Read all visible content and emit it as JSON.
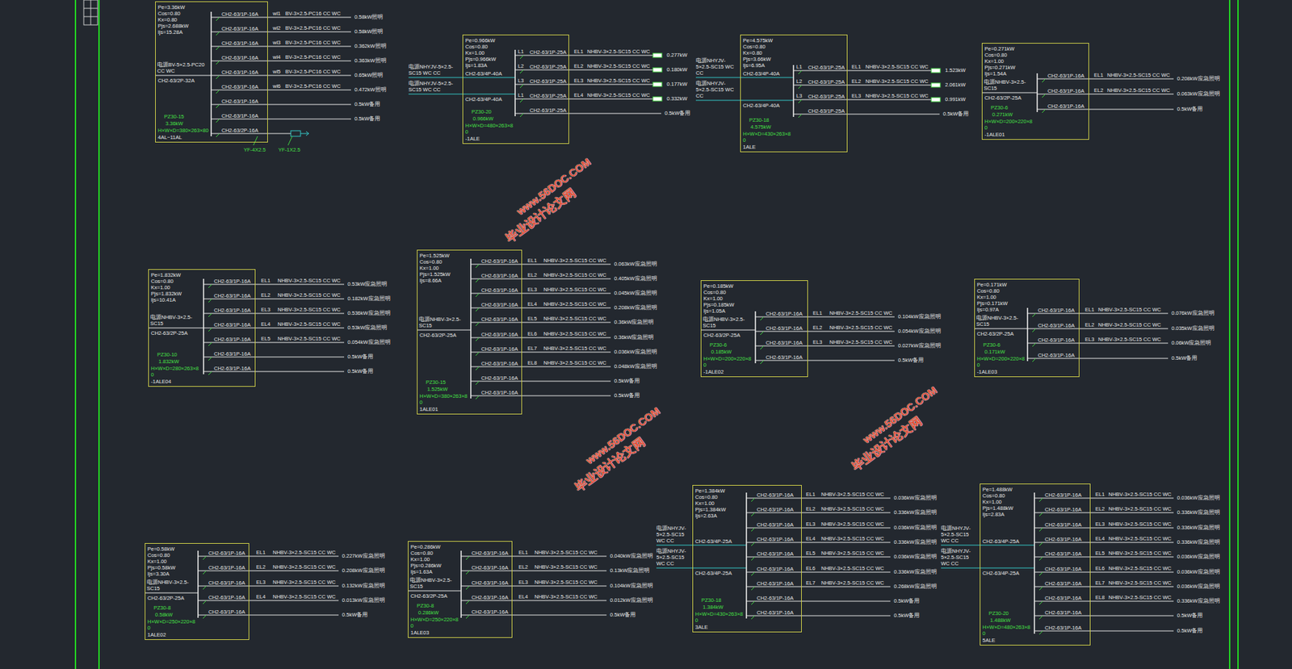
{
  "diagram": {
    "nodes": [
      {
        "text": [
          "Pe=3.36kW Cos=0.80 Kx=0.80 Pjs=2.688kW Ijs=15.28A",
          "CH2-63/2P-32A",
          "CH2-63/1P-16A",
          "CH2-63/1P-16A",
          "CH2-63/1P-16A",
          "CH2-63/1P-16A",
          "CH2-63/1P-16A",
          "CH2-63/1P-16A",
          "CH2-63/1P-16A",
          "CH2-63/1P-16A",
          "CH2-63/2P-16A",
          "PZ30-15",
          "3.36kW",
          "H×W×D=380×263×80",
          "4AL~11AL"
        ]
      },
      {
        "text": [
          "Pe=0.966kW Cos=0.80 Kx=1.00 Pjs=0.966kW Ijs=1.83A",
          "CH2-63/4P-40A",
          "CH2-63/4P-40A",
          "CH2-63/1P-25A",
          "CH2-63/1P-25A",
          "CH2-63/1P-25A",
          "CH2-63/1P-25A",
          "CH2-63/1P-25A",
          "PZ30-20",
          "0.966kW",
          "H×W×D=480×263×80",
          "-1ALE"
        ]
      },
      {
        "text": [
          "Pe=4.575kW Cos=0.80 Kx=0.80 Pjs=3.66kW Ijs=6.95A",
          "CH2-63/4P-40A",
          "CH2-63/4P-40A",
          "CH2-63/1P-25A",
          "CH2-63/1P-25A",
          "CH2-63/1P-25A",
          "CH2-63/1P-25A",
          "PZ30-18",
          "4.575kW",
          "H×W×D=430×263×80",
          "1ALE"
        ]
      },
      {
        "text": [
          "Pe=0.271kW Cos=0.80 Kx=1.00 Pjs=0.271kW Ijs=1.54A",
          "CH2-63/2P-25A",
          "CH2-63/1P-16A",
          "CH2-63/1P-16A",
          "CH2-63/1P-16A",
          "PZ30-6",
          "0.271kW",
          "H×W×D=200×220×80",
          "-1ALE01"
        ]
      },
      {
        "text": [
          "Pe=1.832kW Cos=0.80 Kx=1.00 Pjs=1.832kW Ijs=10.41A",
          "CH2-63/2P-25A",
          "CH2-63/1P-16A",
          "CH2-63/1P-16A",
          "CH2-63/1P-16A",
          "CH2-63/1P-16A",
          "CH2-63/1P-16A",
          "CH2-63/1P-16A",
          "CH2-63/1P-16A",
          "PZ30-10",
          "1.832kW",
          "H×W×D=280×263×80",
          "-1ALE04"
        ]
      },
      {
        "text": [
          "Pe=1.525kW Cos=0.80 Kx=1.00 Pjs=1.525kW Ijs=8.66A",
          "CH2-63/2P-25A",
          "CH2-63/1P-16A",
          "CH2-63/1P-16A",
          "CH2-63/1P-16A",
          "CH2-63/1P-16A",
          "CH2-63/1P-16A",
          "CH2-63/1P-16A",
          "CH2-63/1P-16A",
          "CH2-63/1P-16A",
          "CH2-63/1P-16A",
          "CH2-63/1P-16A",
          "PZ30-15",
          "1.525kW",
          "H×W×D=380×263×80",
          "1ALE01"
        ]
      },
      {
        "text": [
          "Pe=0.185kW Cos=0.80 Kx=1.00 Pjs=0.185kW Ijs=1.05A",
          "CH2-63/2P-25A",
          "CH2-63/1P-16A",
          "CH2-63/1P-16A",
          "CH2-63/1P-16A",
          "CH2-63/1P-16A",
          "PZ30-6",
          "0.185kW",
          "H×W×D=200×220×80",
          "-1ALE02"
        ]
      },
      {
        "text": [
          "Pe=0.171kW Cos=0.80 Kx=1.00 Pjs=0.171kW Ijs=0.97A",
          "CH2-63/2P-25A",
          "CH2-63/1P-16A",
          "CH2-63/1P-16A",
          "CH2-63/1P-16A",
          "CH2-63/1P-16A",
          "PZ30-6",
          "0.171kW",
          "H×W×D=200×220×80",
          "-1ALE03"
        ]
      },
      {
        "text": [
          "Pe=0.58kW Cos=0.80 Kx=1.00 Pjs=0.58kW Ijs=3.30A",
          "CH2-63/2P-25A",
          "CH2-63/1P-16A",
          "CH2-63/1P-16A",
          "CH2-63/1P-16A",
          "CH2-63/1P-16A",
          "CH2-63/1P-16A",
          "PZ30-8",
          "0.58kW",
          "H×W×D=250×220×80",
          "1ALE02"
        ]
      },
      {
        "text": [
          "Pe=0.286kW Cos=0.80 Kx=1.00 Pjs=0.286kW Ijs=1.63A",
          "CH2-63/2P-25A",
          "CH2-63/1P-16A",
          "CH2-63/1P-16A",
          "CH2-63/1P-16A",
          "CH2-63/1P-16A",
          "CH2-63/1P-16A",
          "PZ30-8",
          "0.286kW",
          "H×W×D=250×220×80",
          "1ALE03"
        ]
      },
      {
        "text": [
          "Pe=1.384kW Cos=0.80 Kx=1.00 Pjs=1.384kW Ijs=2.63A",
          "CH2-63/4P-25A",
          "CH2-63/4P-25A",
          "CH2-63/1P-16A",
          "CH2-63/1P-16A",
          "CH2-63/1P-16A",
          "CH2-63/1P-16A",
          "CH2-63/1P-16A",
          "CH2-63/1P-16A",
          "CH2-63/1P-16A",
          "CH2-63/1P-16A",
          "CH2-63/1P-16A",
          "PZ30-18",
          "1.384kW",
          "H×W×D=430×263×80",
          "3ALE"
        ]
      },
      {
        "text": [
          "Pe=1.488kW Cos=0.80 Kx=1.00 Pjs=1.488kW Ijs=2.83A",
          "CH2-63/4P-25A",
          "CH2-63/4P-25A",
          "CH2-63/1P-16A",
          "CH2-63/1P-16A",
          "CH2-63/1P-16A",
          "CH2-63/1P-16A",
          "CH2-63/1P-16A",
          "CH2-63/1P-16A",
          "CH2-63/1P-16A",
          "CH2-63/1P-16A",
          "CH2-63/1P-16A",
          "CH2-63/1P-16A",
          "PZ30-20",
          "1.488kW",
          "H×W×D=480×263×80",
          "5ALE"
        ]
      }
    ],
    "labels": [
      "电源BV-5×2.5-PC20 CC WC",
      "wl1",
      "BV-3×2.5-PC16 CC WC",
      "0.58kW照明",
      "wl2",
      "BV-3×2.5-PC16 CC WC",
      "0.58kW照明",
      "wl3",
      "BV-3×2.5-PC16 CC WC",
      "0.362kW照明",
      "wl4",
      "BV-3×2.5-PC16 CC WC",
      "0.363kW照明",
      "wl5",
      "BV-3×2.5-PC16 CC WC",
      "0.65kW照明",
      "wl6",
      "BV-3×2.5-PC16 CC WC",
      "0.472kW照明",
      "0.5kW备用",
      "0.5kW备用",
      "YF-4X2.5",
      "YF-1X2.5",
      "电源NHYJV-5×2.5-SC15 WC CC",
      "电源NHYJV-5×2.5-SC15 WC CC",
      "L1",
      "EL1",
      "NHBV-3×2.5-SC15 CC WC",
      "0.277kW",
      "L2",
      "EL2",
      "NHBV-3×2.5-SC15 CC WC",
      "0.180kW",
      "L3",
      "EL3",
      "NHBV-3×2.5-SC15 CC WC",
      "0.177kW",
      "L1",
      "EL4",
      "NHBV-3×2.5-SC15 CC WC",
      "0.332kW",
      "0.5kW备用",
      "电源NHYJV-5×2.5-SC15 WC CC",
      "电源NHYJV-5×2.5-SC15 WC CC",
      "L1",
      "EL1",
      "NHBV-3×2.5-SC15 CC WC",
      "1.523kW",
      "L2",
      "EL2",
      "NHBV-3×2.5-SC15 CC WC",
      "2.061kW",
      "L3",
      "EL3",
      "NHBV-3×2.5-SC15 CC WC",
      "0.991kW",
      "0.5kW备用",
      "电源NHBV-3×2.5-SC15",
      "EL1",
      "NHBV-3×2.5-SC15 CC WC",
      "0.208kW应急照明",
      "EL2",
      "NHBV-3×2.5-SC15 CC WC",
      "0.063kW应急照明",
      "0.5kW备用",
      "电源NHBV-3×2.5-SC15",
      "EL1",
      "NHBV-3×2.5-SC15 CC WC",
      "0.53kW应急照明",
      "EL2",
      "NHBV-3×2.5-SC15 CC WC",
      "0.182kW应急照明",
      "EL3",
      "NHBV-3×2.5-SC15 CC WC",
      "0.536kW应急照明",
      "EL4",
      "NHBV-3×2.5-SC15 CC WC",
      "0.53kW应急照明",
      "EL5",
      "NHBV-3×2.5-SC15 CC WC",
      "0.054kW应急照明",
      "0.5kW备用",
      "0.5kW备用",
      "电源NHBV-3×2.5-SC15",
      "EL1",
      "NHBV-3×2.5-SC15 CC WC",
      "0.063kW应急照明",
      "EL2",
      "NHBV-3×2.5-SC15 CC WC",
      "0.405kW应急照明",
      "EL3",
      "NHBV-3×2.5-SC15 CC WC",
      "0.045kW应急照明",
      "EL4",
      "NHBV-3×2.5-SC15 CC WC",
      "0.208kW应急照明",
      "EL5",
      "NHBV-3×2.5-SC15 CC WC",
      "0.36kW应急照明",
      "EL6",
      "NHBV-3×2.5-SC15 CC WC",
      "0.36kW应急照明",
      "EL7",
      "NHBV-3×2.5-SC15 CC WC",
      "0.036kW应急照明",
      "EL8",
      "NHBV-3×2.5-SC15 CC WC",
      "0.048kW应急照明",
      "0.5kW备用",
      "0.5kW备用",
      "电源NHBV-3×2.5-SC15",
      "EL1",
      "NHBV-3×2.5-SC15 CC WC",
      "0.104kW应急照明",
      "EL2",
      "NHBV-3×2.5-SC15 CC WC",
      "0.054kW应急照明",
      "EL3",
      "NHBV-3×2.5-SC15 CC WC",
      "0.027kW应急照明",
      "0.5kW备用",
      "电源NHBV-3×2.5-SC15",
      "EL1",
      "NHBV-3×2.5-SC15 CC WC",
      "0.076kW应急照明",
      "EL2",
      "NHBV-3×2.5-SC15 CC WC",
      "0.035kW应急照明",
      "EL3",
      "NHBV-3×2.5-SC15 CC WC",
      "0.06kW应急照明",
      "0.5kW备用",
      "电源NHBV-3×2.5-SC15",
      "EL1",
      "NHBV-3×2.5-SC15 CC WC",
      "0.227kW应急照明",
      "EL2",
      "NHBV-3×2.5-SC15 CC WC",
      "0.208kW应急照明",
      "EL3",
      "NHBV-3×2.5-SC15 CC WC",
      "0.132kW应急照明",
      "EL4",
      "NHBV-3×2.5-SC15 CC WC",
      "0.013kW应急照明",
      "0.5kW备用",
      "电源NHBV-3×2.5-SC15",
      "EL1",
      "NHBV-3×2.5-SC15 CC WC",
      "0.040kW应急照明",
      "EL2",
      "NHBV-3×2.5-SC15 CC WC",
      "0.13kW应急照明",
      "EL3",
      "NHBV-3×2.5-SC15 CC WC",
      "0.104kW应急照明",
      "EL4",
      "NHBV-3×2.5-SC15 CC WC",
      "0.012kW应急照明",
      "0.5kW备用",
      "电源NHYJV-5×2.5-SC15 WC CC",
      "电源NHYJV-5×2.5-SC15 WC CC",
      "EL1",
      "NHBV-3×2.5-SC15 CC WC",
      "0.036kW应急照明",
      "EL2",
      "NHBV-3×2.5-SC15 CC WC",
      "0.336kW应急照明",
      "EL3",
      "NHBV-3×2.5-SC15 CC WC",
      "0.036kW应急照明",
      "EL4",
      "NHBV-3×2.5-SC15 CC WC",
      "0.336kW应急照明",
      "EL5",
      "NHBV-3×2.5-SC15 CC WC",
      "0.036kW应急照明",
      "EL6",
      "NHBV-3×2.5-SC15 CC WC",
      "0.336kW应急照明",
      "EL7",
      "NHBV-3×2.5-SC15 CC WC",
      "0.268kW应急照明",
      "0.5kW备用",
      "0.5kW备用",
      "电源NHYJV-5×2.5-SC15 WC CC",
      "电源NHYJV-5×2.5-SC15 WC CC",
      "EL1",
      "NHBV-3×2.5-SC15 CC WC",
      "0.036kW应急照明",
      "EL2",
      "NHBV-3×2.5-SC15 CC WC",
      "0.336kW应急照明",
      "EL3",
      "NHBV-3×2.5-SC15 CC WC",
      "0.336kW应急照明",
      "EL4",
      "NHBV-3×2.5-SC15 CC WC",
      "0.336kW应急照明",
      "EL5",
      "NHBV-3×2.5-SC15 CC WC",
      "0.036kW应急照明",
      "EL6",
      "NHBV-3×2.5-SC15 CC WC",
      "0.036kW应急照明",
      "EL7",
      "NHBV-3×2.5-SC15 CC WC",
      "0.036kW应急照明",
      "EL8",
      "NHBV-3×2.5-SC15 CC WC",
      "0.336kW应急照明",
      "0.5kW备用",
      "0.5kW备用",
      "www.56DOC.COM",
      "毕业设计论文网",
      "www.56DOC.COM",
      "毕业设计论文网",
      "www.56DOC.COM",
      "毕业设计论文网"
    ]
  }
}
